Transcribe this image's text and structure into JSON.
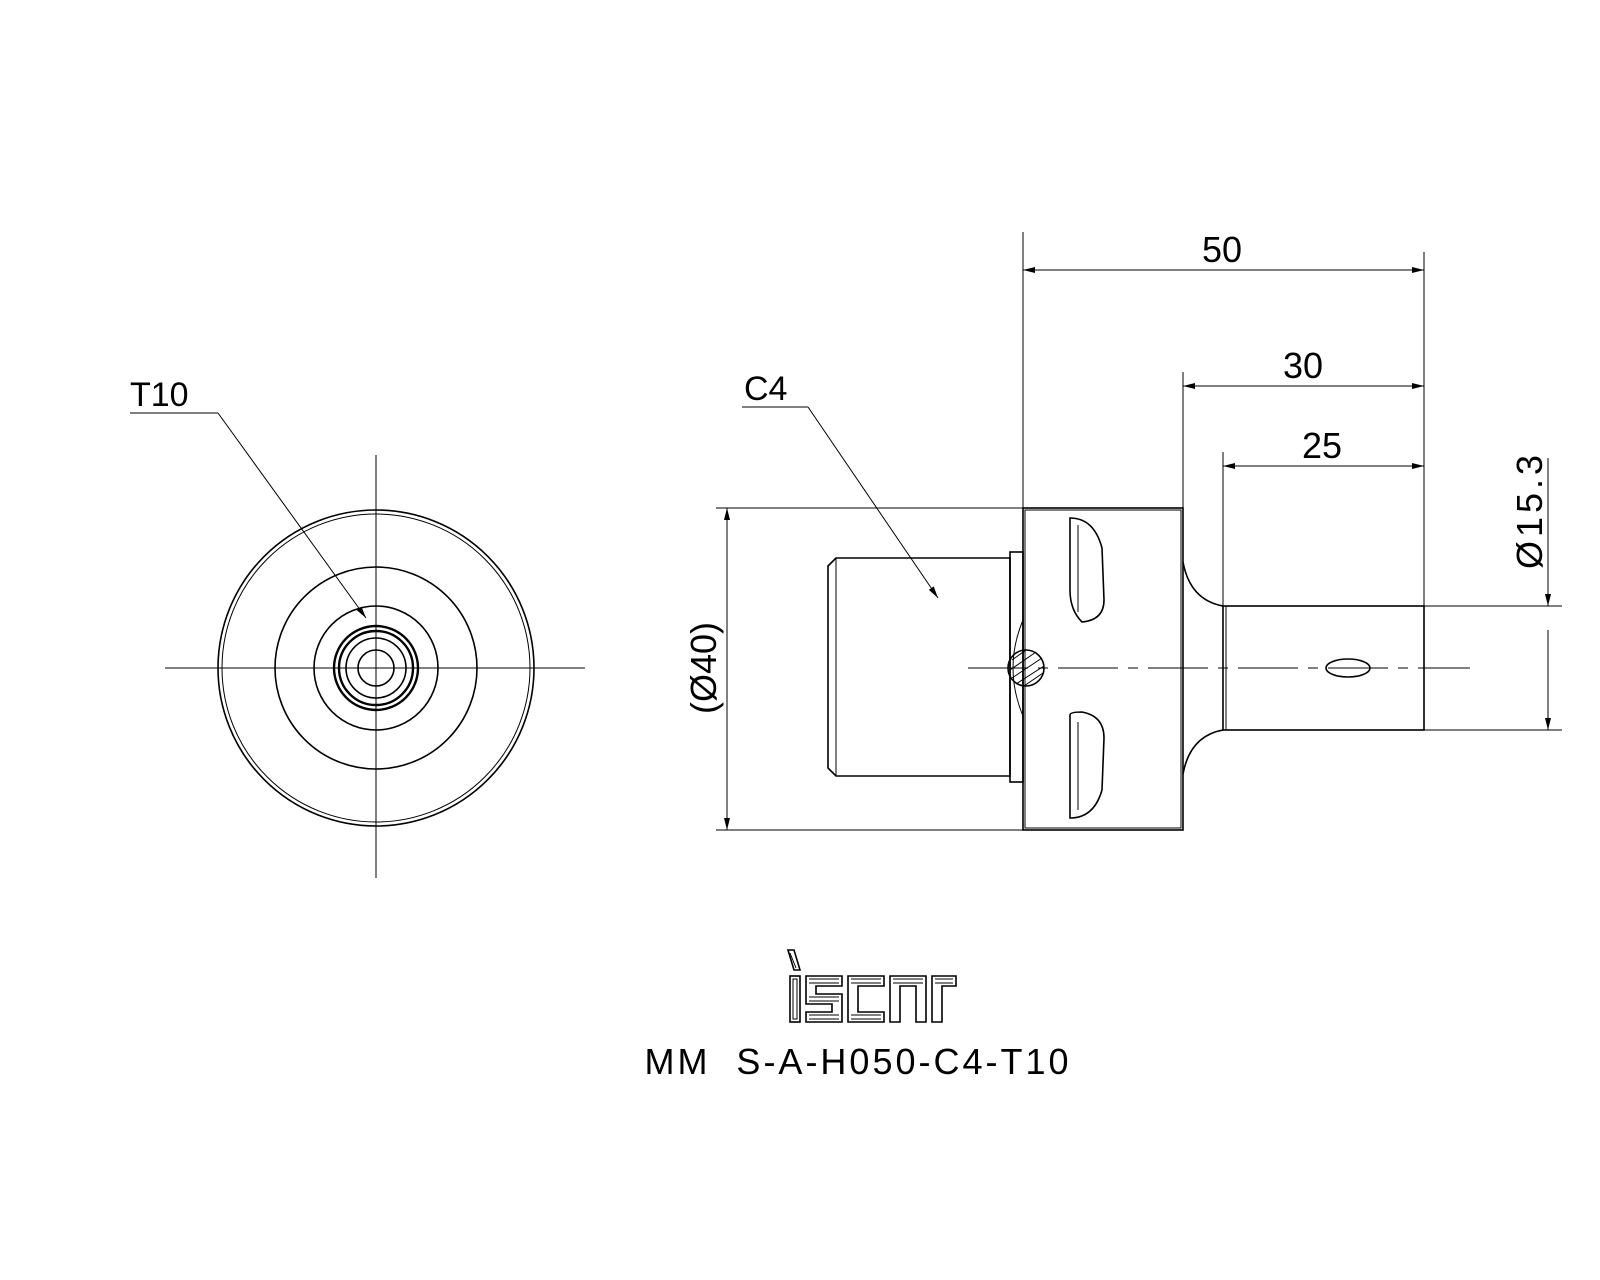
{
  "labels": {
    "front_view_callout": "T10",
    "side_view_callout": "C4"
  },
  "dimensions": {
    "total_length": "50",
    "length_30": "30",
    "length_25": "25",
    "flange_diameter": "(Ø40)",
    "shank_diameter": "Ø15.3"
  },
  "brand": {
    "logo_text": "iscar"
  },
  "part_number": "MM  S-A-H050-C4-T10",
  "colors": {
    "line": "#000000",
    "background": "#ffffff"
  }
}
